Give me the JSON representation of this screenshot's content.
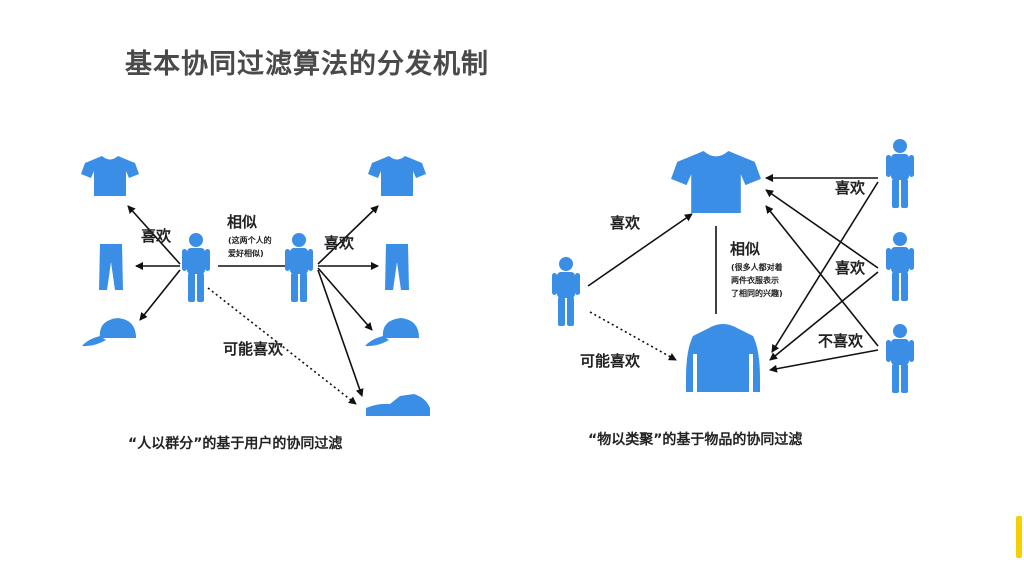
{
  "title": "基本协同过滤算法的分发机制",
  "colors": {
    "icon_blue": "#3a8ee6",
    "accent": "#f5d000",
    "title": "#4a4a4a"
  },
  "left_diagram": {
    "like_label_1": "喜欢",
    "similar_label": "相似",
    "similar_note_1": "(这两个人的",
    "similar_note_2": "爱好相似)",
    "like_label_2": "喜欢",
    "maybe_like_label": "可能喜欢",
    "caption": "“人以群分”的基于用户的协同过滤"
  },
  "right_diagram": {
    "like_label": "喜欢",
    "similar_label": "相似",
    "similar_note_1": "(很多人都对着",
    "similar_note_2": "两件衣服表示",
    "similar_note_3": "了相同的兴趣)",
    "maybe_like_label": "可能喜欢",
    "right_like_1": "喜欢",
    "right_like_2": "喜欢",
    "right_dislike": "不喜欢",
    "caption": "“物以类聚”的基于物品的协同过滤"
  }
}
